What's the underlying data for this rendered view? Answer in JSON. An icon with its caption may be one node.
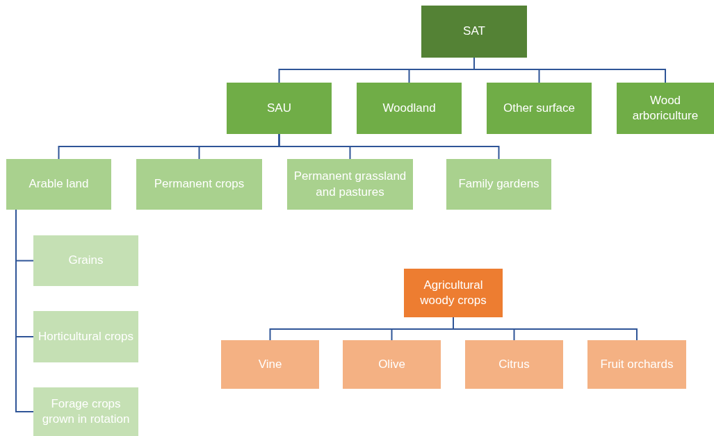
{
  "diagram": {
    "nodes": [
      {
        "text": [
          "SAT"
        ]
      },
      {
        "text": [
          "SAU"
        ]
      },
      {
        "text": [
          "Woodland"
        ]
      },
      {
        "text": [
          "Other surface"
        ]
      },
      {
        "text": [
          "Wood arboriculture"
        ]
      },
      {
        "text": [
          "Arable land"
        ]
      },
      {
        "text": [
          "Permanent crops"
        ]
      },
      {
        "text": [
          "Permanent grassland and pastures"
        ]
      },
      {
        "text": [
          "Family gardens"
        ]
      },
      {
        "text": [
          "Grains"
        ]
      },
      {
        "text": [
          "Horticultural crops"
        ]
      },
      {
        "text": [
          "Forage crops grown in rotation"
        ]
      },
      {
        "text": [
          "Agricultural woody crops"
        ]
      },
      {
        "text": [
          "Vine"
        ]
      },
      {
        "text": [
          "Olive"
        ]
      },
      {
        "text": [
          "Citrus"
        ]
      },
      {
        "text": [
          "Fruit orchards"
        ]
      }
    ],
    "edges": [
      {
        "from": 0,
        "to": 1,
        "arrow": "none"
      },
      {
        "from": 0,
        "to": 2,
        "arrow": "none"
      },
      {
        "from": 0,
        "to": 3,
        "arrow": "none"
      },
      {
        "from": 0,
        "to": 4,
        "arrow": "none"
      },
      {
        "from": 1,
        "to": 5,
        "arrow": "none"
      },
      {
        "from": 1,
        "to": 6,
        "arrow": "none"
      },
      {
        "from": 1,
        "to": 7,
        "arrow": "none"
      },
      {
        "from": 1,
        "to": 8,
        "arrow": "none"
      },
      {
        "from": 5,
        "to": 9,
        "arrow": "none"
      },
      {
        "from": 5,
        "to": 10,
        "arrow": "none"
      },
      {
        "from": 5,
        "to": 11,
        "arrow": "none"
      },
      {
        "from": 12,
        "to": 13,
        "arrow": "none"
      },
      {
        "from": 12,
        "to": 14,
        "arrow": "none"
      },
      {
        "from": 12,
        "to": 15,
        "arrow": "none"
      },
      {
        "from": 12,
        "to": 16,
        "arrow": "none"
      }
    ]
  }
}
